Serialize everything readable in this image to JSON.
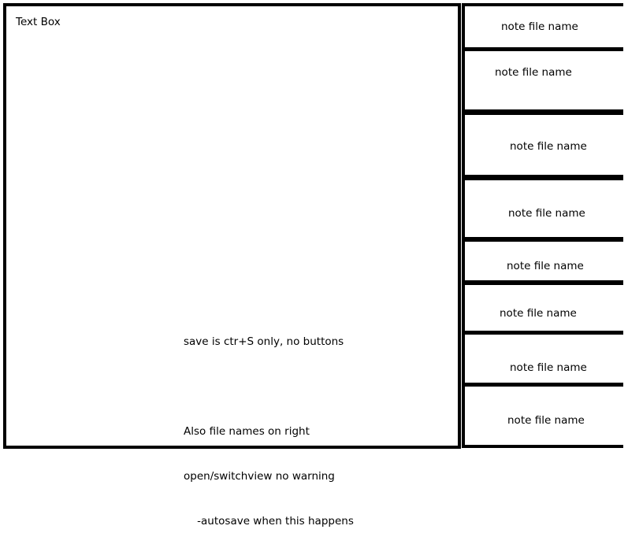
{
  "textbox": {
    "label": "Text Box"
  },
  "notes": {
    "line1": "save is ctr+S only, no buttons",
    "line2": "Also file names on right",
    "line3": "open/switchview no warning",
    "line4": "    -autosave when this happens"
  },
  "file_list": [
    {
      "name": "note file name"
    },
    {
      "name": "note file name"
    },
    {
      "name": "note file name"
    },
    {
      "name": "note file name"
    },
    {
      "name": "note file name"
    },
    {
      "name": "note file name"
    },
    {
      "name": "note file name"
    },
    {
      "name": "note file name"
    }
  ]
}
